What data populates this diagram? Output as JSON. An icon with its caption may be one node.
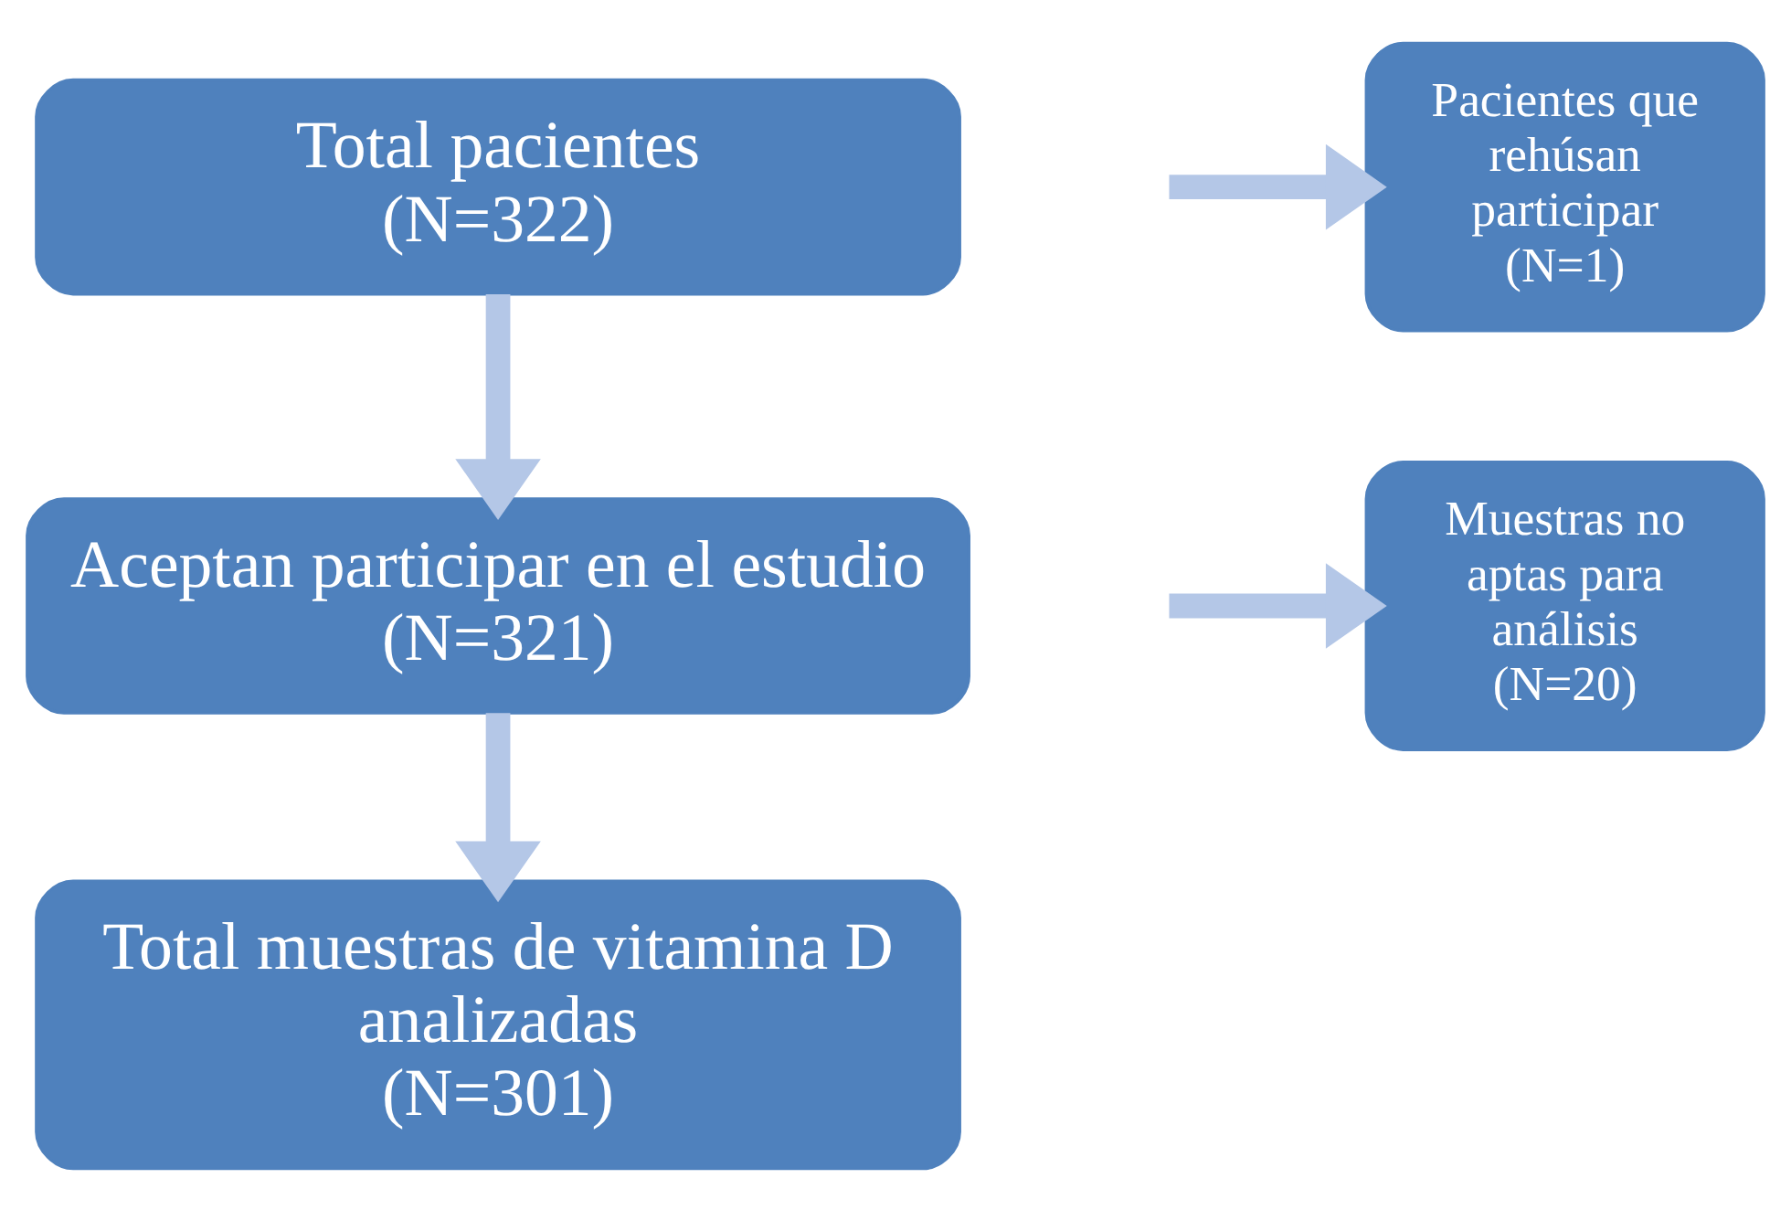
{
  "diagram": {
    "nodes": [
      {
        "text": [
          "Total pacientes",
          "(N=322)"
        ]
      },
      {
        "text": [
          "Aceptan participar en el estudio",
          "(N=321)"
        ]
      },
      {
        "text": [
          "Total muestras de vitamina D analizadas",
          "(N=301)"
        ]
      },
      {
        "text": [
          "Pacientes que rehúsan participar",
          "(N=1)"
        ]
      },
      {
        "text": [
          "Muestras no aptas para análisis",
          "(N=20)"
        ]
      }
    ],
    "edges": [
      {
        "from": 0,
        "to": 1,
        "arrow": "to"
      },
      {
        "from": 1,
        "to": 2,
        "arrow": "to"
      },
      {
        "from": null,
        "to": 3,
        "arrow": "to"
      },
      {
        "from": null,
        "to": 4,
        "arrow": "to"
      }
    ]
  }
}
